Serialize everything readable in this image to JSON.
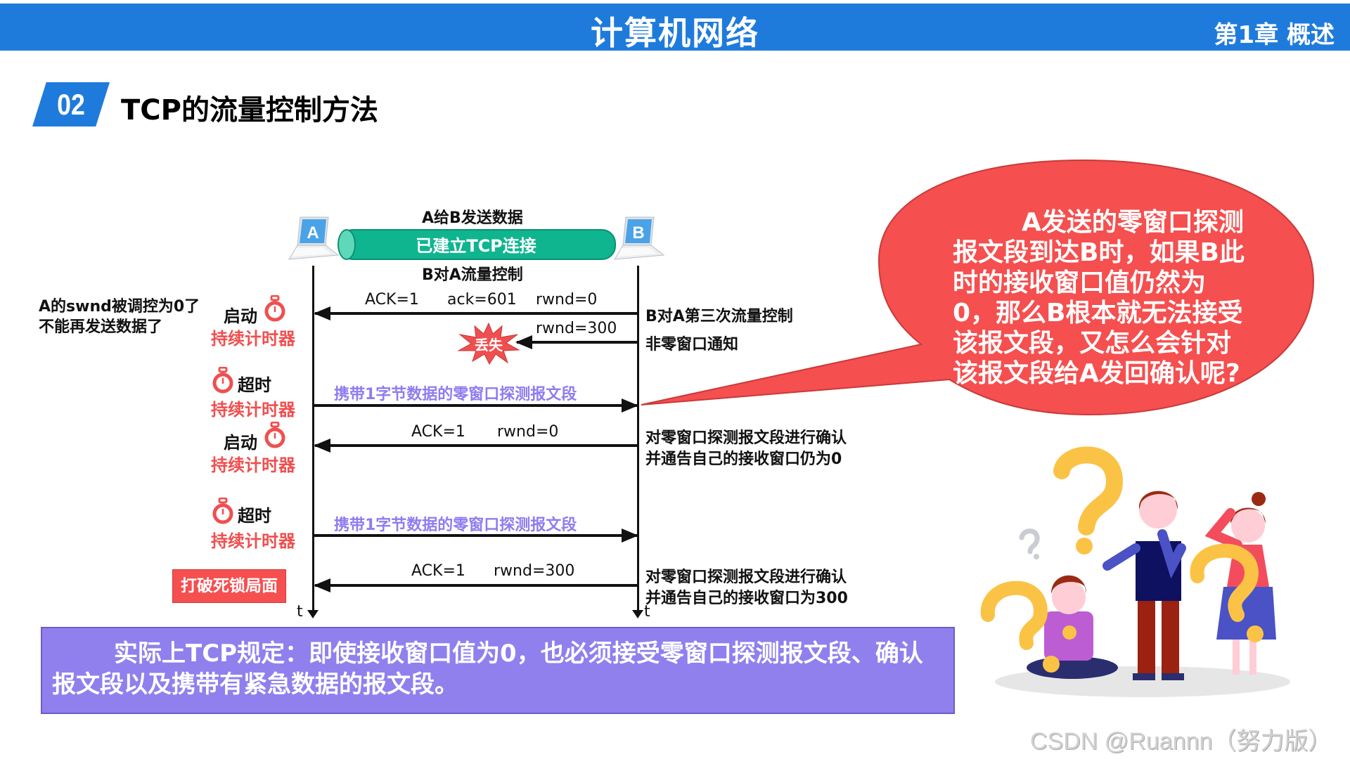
{
  "header": {
    "title": "计算机网络",
    "chapter": "第1章 概述",
    "color": "#1f7bdb"
  },
  "section": {
    "number": "02",
    "title": "TCP的流量控制方法"
  },
  "diagram": {
    "host_a": "A",
    "host_b": "B",
    "top_caption": "A给B发送数据",
    "connection_label": "已建立TCP连接",
    "flow_caption": "B对A流量控制",
    "time_axis_label": "t",
    "left_note": [
      "A的swnd被调控为0了",
      "不能再发送数据了"
    ],
    "messages": [
      {
        "direction": "B→A",
        "fields": [
          "ACK=1",
          "ack=601",
          "rwnd=0"
        ],
        "right_note": [
          "B对A第三次流量控制"
        ]
      },
      {
        "direction": "B→A",
        "fields": [
          "rwnd=300"
        ],
        "lost_label": "丢失",
        "right_note": [
          "非零窗口通知"
        ]
      },
      {
        "direction": "A→B",
        "label": "携带1字节数据的零窗口探测报文段"
      },
      {
        "direction": "B→A",
        "fields": [
          "ACK=1",
          "rwnd=0"
        ],
        "right_note": [
          "对零窗口探测报文段进行确认",
          "并通告自己的接收窗口仍为0"
        ]
      },
      {
        "direction": "A→B",
        "label": "携带1字节数据的零窗口探测报文段"
      },
      {
        "direction": "B→A",
        "fields": [
          "ACK=1",
          "rwnd=300"
        ],
        "right_note": [
          "对零窗口探测报文段进行确认",
          "并通告自己的接收窗口为300"
        ]
      }
    ],
    "timer_events": [
      {
        "action": "启动",
        "timer": "持续计时器"
      },
      {
        "action": "超时",
        "timer": "持续计时器"
      },
      {
        "action": "启动",
        "timer": "持续计时器"
      },
      {
        "action": "超时",
        "timer": "持续计时器"
      }
    ],
    "deadlock_label": "打破死锁局面"
  },
  "rule_box": {
    "text": "实际上TCP规定：即使接收窗口值为0，也必须接受零窗口探测报文段、确认报文段以及携带有紧急数据的报文段。"
  },
  "speech_bubble": {
    "text": "A发送的零窗口探测报文段到达B时，如果B此时的接收窗口值仍然为0，那么B根本就无法接受该报文段，又怎么会针对该报文段给A发回确认呢?",
    "color": "#f54f4f"
  },
  "illustration": {
    "description": "three-people-with-question-marks"
  },
  "watermark": "CSDN @Ruannn（努力版）"
}
